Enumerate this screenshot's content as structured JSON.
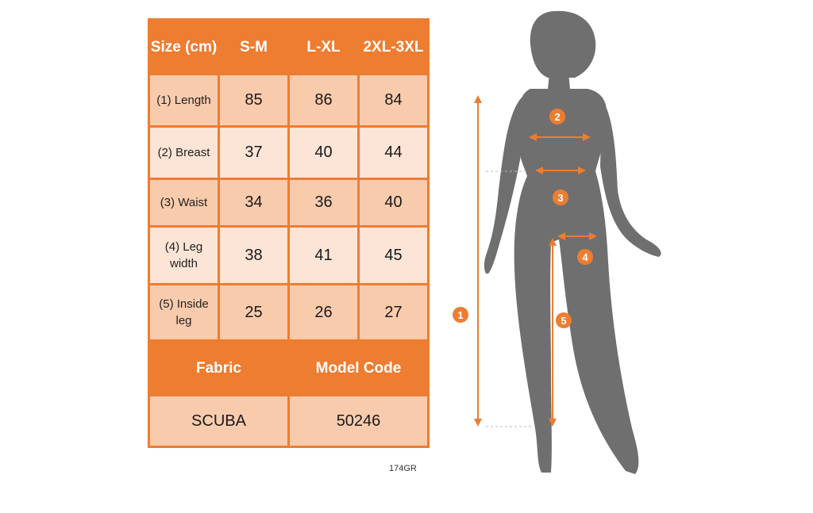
{
  "table": {
    "header": {
      "size_label": "Size (cm)",
      "columns": [
        "S-M",
        "L-XL",
        "2XL-3XL"
      ]
    },
    "rows": [
      {
        "label": "(1) Length",
        "values": [
          "85",
          "86",
          "84"
        ]
      },
      {
        "label": "(2) Breast",
        "values": [
          "37",
          "40",
          "44"
        ]
      },
      {
        "label": "(3) Waist",
        "values": [
          "34",
          "36",
          "40"
        ]
      },
      {
        "label": "(4) Leg width",
        "values": [
          "38",
          "41",
          "45"
        ]
      },
      {
        "label": "(5) Inside leg",
        "values": [
          "25",
          "26",
          "27"
        ]
      }
    ],
    "footer": {
      "fabric_label": "Fabric",
      "model_code_label": "Model Code",
      "fabric_value": "SCUBA",
      "model_code_value": "50246"
    }
  },
  "product_ref": "174GR",
  "diagram": {
    "markers": [
      "1",
      "2",
      "3",
      "4",
      "5"
    ],
    "accent_color": "#ed7d31",
    "silhouette_color": "#6f6f6f"
  }
}
